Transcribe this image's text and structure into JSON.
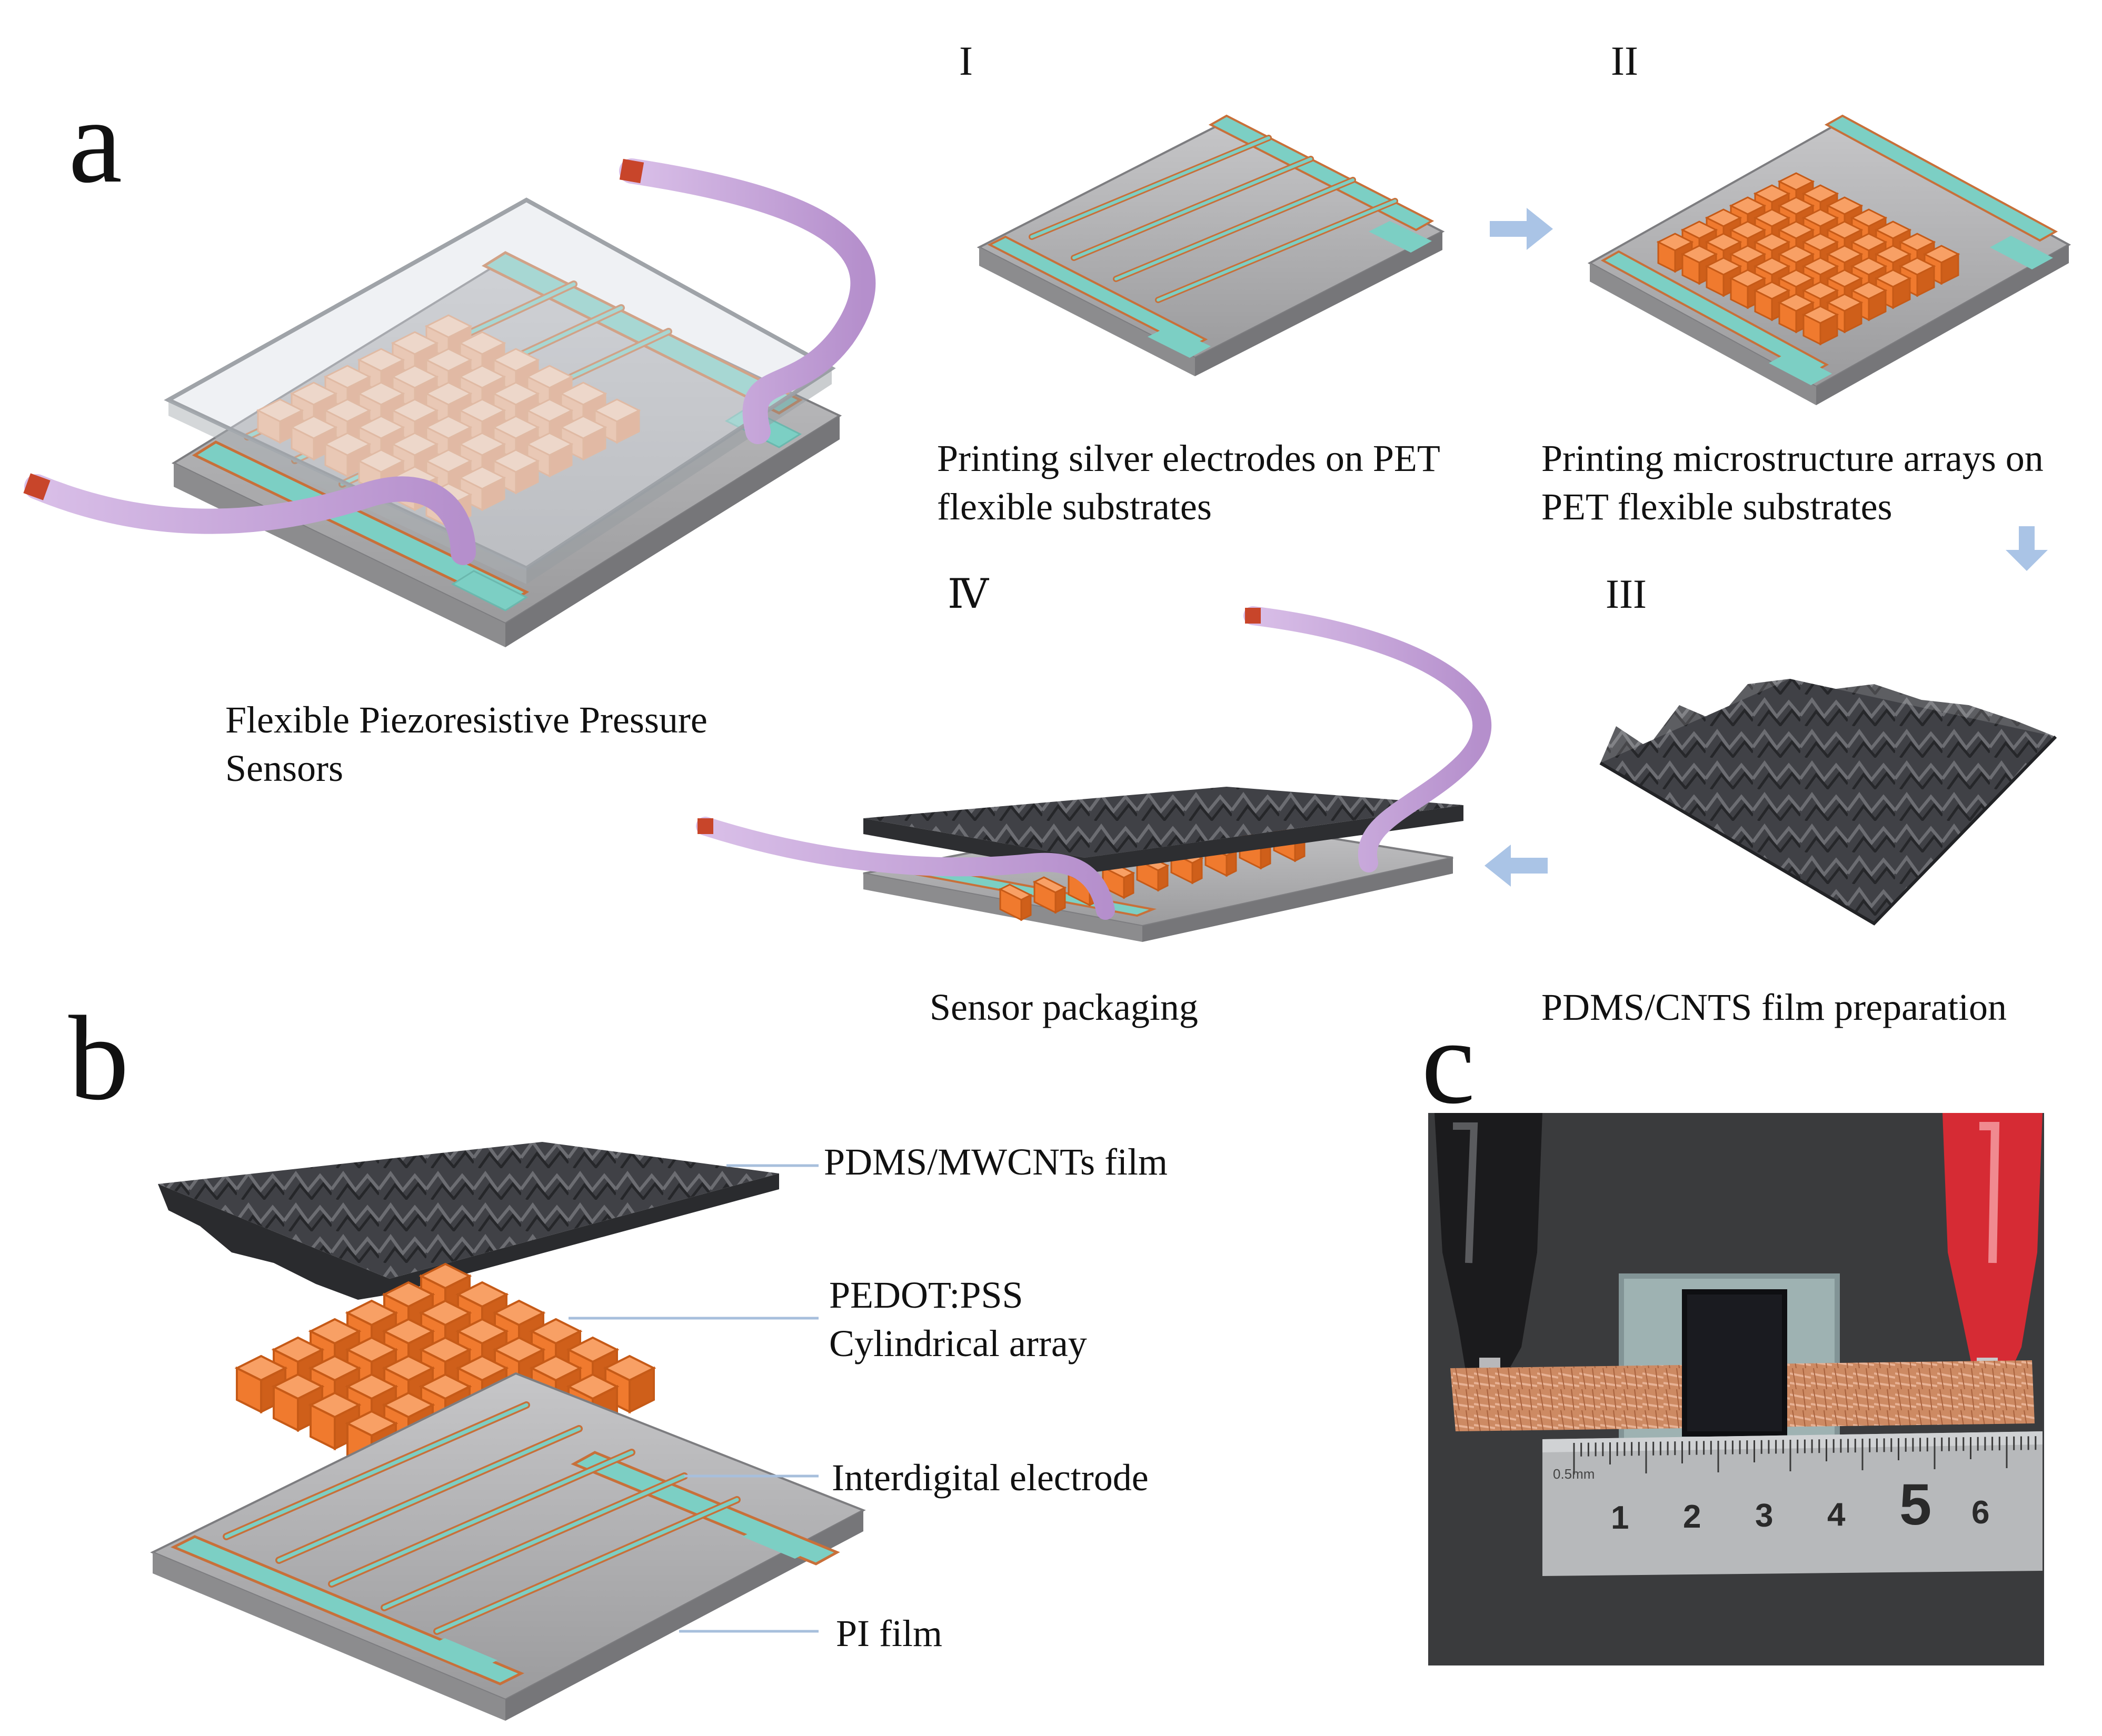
{
  "panel_a": {
    "letter": "a",
    "steps": [
      {
        "numeral": "I",
        "caption_lines": [
          "Printing silver electrodes on PET",
          "flexible substrates"
        ]
      },
      {
        "numeral": "II",
        "caption_lines": [
          "Printing microstructure arrays on",
          "PET flexible substrates"
        ]
      },
      {
        "numeral": "III",
        "caption_lines": [
          "PDMS/CNTS film preparation"
        ]
      },
      {
        "numeral": "Ⅳ",
        "caption_lines": [
          "Sensor packaging"
        ]
      }
    ],
    "main_caption_lines": [
      "Flexible Piezoresistive Pressure",
      "Sensors"
    ]
  },
  "panel_b": {
    "letter": "b",
    "labels": [
      {
        "lines": [
          "PDMS/MWCNTs film"
        ]
      },
      {
        "lines": [
          "PEDOT:PSS",
          "Cylindrical array"
        ]
      },
      {
        "lines": [
          "Interdigital electrode"
        ]
      },
      {
        "lines": [
          "PI film"
        ]
      }
    ]
  },
  "panel_c": {
    "letter": "c",
    "ruler_unit": "0.5mm",
    "ruler_numbers": [
      "1",
      "2",
      "3",
      "4",
      "5",
      "6"
    ]
  },
  "colors": {
    "substrate": "#a9a9ab",
    "electrode": "#7ccfc4",
    "copper_trace": "#c8703a",
    "pillar": "#f07a2e",
    "pillar_light": "#f5b48c",
    "film": "#3d3e42",
    "cable": "#c9a6dc",
    "arrow": "#aac4e6",
    "leader_line": "#a7bfdc",
    "photo_background": "#3a3b3d",
    "clip_red": "#d62b34",
    "clip_black": "#1b1b1d",
    "copper_tape": "#cd8a63"
  }
}
